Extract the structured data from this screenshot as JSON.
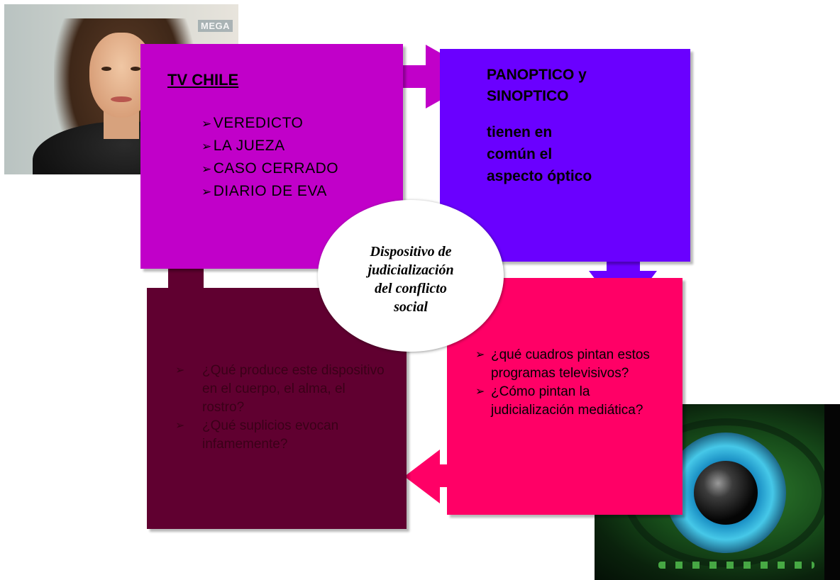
{
  "photos": {
    "tv_presenter": {
      "logo_text": "MEGA"
    },
    "eye": {}
  },
  "boxes": {
    "tv": {
      "title": "TV CHILE",
      "items": [
        "VEREDICTO",
        "LA JUEZA",
        "CASO CERRADO",
        "DIARIO DE EVA"
      ],
      "color": "#c100c9"
    },
    "panoptico": {
      "title_line1": "PANOPTICO y",
      "title_line2": "SINOPTICO",
      "body_line1": "tienen en",
      "body_line2": "común el",
      "body_line3": "aspecto óptico",
      "color": "#6a00ff"
    },
    "questions_right": {
      "items": [
        "¿qué cuadros pintan estos programas televisivos?",
        "¿Cómo pintan la judicialización mediática?"
      ],
      "color": "#ff0066"
    },
    "questions_left": {
      "items": [
        "¿Qué produce este dispositivo en el cuerpo, el alma, el rostro?",
        "¿Qué suplicios evocan infamemente?"
      ],
      "color": "#600030"
    }
  },
  "center": {
    "line1": "Dispositivo de",
    "line2": "judicialización",
    "line3": "del conflicto",
    "line4": "social"
  }
}
